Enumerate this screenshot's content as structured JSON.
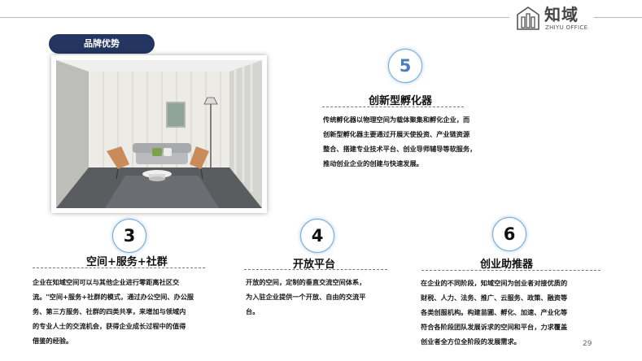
{
  "logo": {
    "cn": "知域",
    "en": "ZHIYU OFFICE"
  },
  "badge": {
    "label": "品牌优势"
  },
  "page_number": "29",
  "points": {
    "p5": {
      "number": "5",
      "title": "创新型孵化器",
      "lines": [
        "传统孵化器以物理空间为载体聚集和孵化企业，而",
        "创新型孵化器主要通过开展天使投资、产业链资源",
        "整合、搭建专业技术平台、创业导师辅导等软服务，",
        "推动创业企业的创建与快速发展。"
      ]
    },
    "p3": {
      "number": "3",
      "title": "空间+服务+社群",
      "lines": [
        "企业在知域空间可以与其他企业进行零距离社区交",
        "流。\"空间+服务+社群的模式，通过办公空间、办公服",
        "务、第三方服务、社群的四类共享，来增加与领域内",
        "的专业人士的交流机会，获得企业成长过程中的值得",
        "借鉴的经验。"
      ]
    },
    "p4": {
      "number": "4",
      "title": "开放平台",
      "lines": [
        "开放的空间，定制的垂直交流空间体系，",
        "为入驻企业提供一个开放、自由的交流平",
        "台。"
      ]
    },
    "p6": {
      "number": "6",
      "title": "创业助推器",
      "lines": [
        "在企业的不同阶段，知域空间为创业者对接优质的",
        "财税、人力、法务、推广、云服务、政策、融资等",
        "各类创服机构。构建苗圃、孵化、加速、产业化等",
        "符合各阶段团队发展诉求的空间和平台，力求覆盖",
        "创业者全方位全阶段的发展需求。"
      ]
    }
  },
  "colors": {
    "badge_bg": "#233560",
    "circle_border": "#6fa8d6"
  }
}
